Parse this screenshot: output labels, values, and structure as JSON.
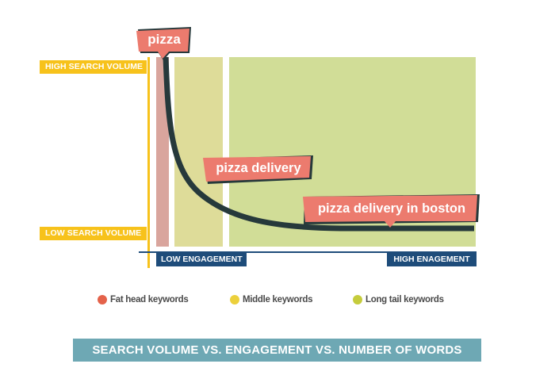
{
  "chart_data": {
    "type": "line",
    "title": "SEARCH VOLUME VS. ENGAGEMENT VS. NUMBER OF WORDS",
    "xlabel": "Engagement",
    "ylabel": "Search Volume",
    "x_axis_labels": {
      "low": "LOW ENGAGEMENT",
      "high": "HIGH ENAGEMENT"
    },
    "y_axis_labels": {
      "high": "HIGH SEARCH VOLUME",
      "low": "LOW SEARCH VOLUME"
    },
    "regions": [
      {
        "name": "Fat head keywords",
        "color": "#d9a59d"
      },
      {
        "name": "Middle keywords",
        "color": "#dedc99"
      },
      {
        "name": "Long tail keywords",
        "color": "#d1dd97"
      }
    ],
    "annotations": [
      {
        "text": "pizza",
        "region": "Fat head keywords",
        "position": "high search volume, low engagement"
      },
      {
        "text": "pizza delivery",
        "region": "Middle keywords",
        "position": "medium"
      },
      {
        "text": "pizza delivery in boston",
        "region": "Long tail keywords",
        "position": "low search volume, high engagement"
      }
    ],
    "curve": "decreasing long-tail curve from high search volume at low engagement to low search volume at high engagement",
    "grid": false,
    "legend_position": "bottom"
  },
  "colors": {
    "fat_head": "#e4624a",
    "middle": "#ecd03b",
    "long_tail": "#c5cc3c",
    "band_fat_head": "#d9a59d",
    "band_middle": "#dedc99",
    "band_long_tail": "#d1dd97",
    "curve": "#26393b",
    "tag": "#ec7b6e",
    "y_axis": "#f7c21b",
    "x_axis": "#1e4c7a",
    "title_bar": "#6ea8b4"
  },
  "y_axis": {
    "high_label": "HIGH SEARCH VOLUME",
    "low_label": "LOW SEARCH VOLUME"
  },
  "x_axis": {
    "low_label": "LOW ENGAGEMENT",
    "high_label": "HIGH ENAGEMENT"
  },
  "tags": {
    "head": "pizza",
    "middle": "pizza delivery",
    "tail": "pizza delivery in boston"
  },
  "legend": [
    {
      "label": "Fat head keywords",
      "color": "#e4624a"
    },
    {
      "label": "Middle keywords",
      "color": "#ecd03b"
    },
    {
      "label": "Long tail keywords",
      "color": "#c5cc3c"
    }
  ],
  "title": "SEARCH VOLUME VS. ENGAGEMENT VS. NUMBER OF WORDS"
}
